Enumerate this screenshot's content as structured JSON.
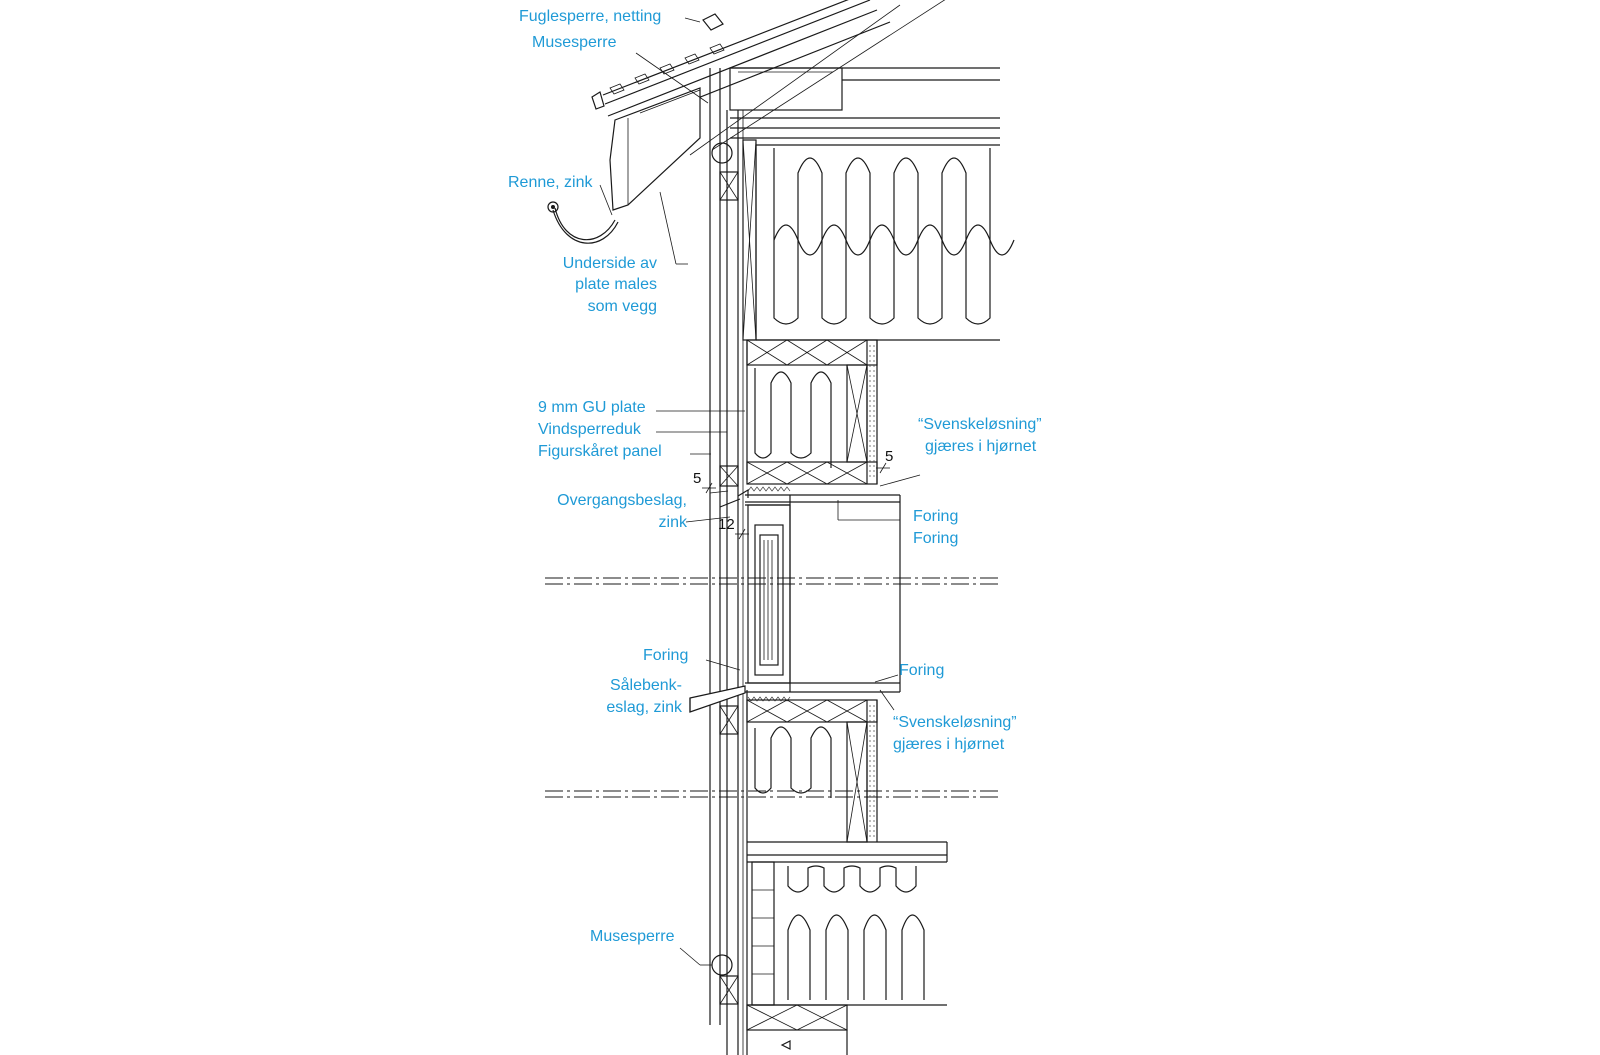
{
  "colors": {
    "label": "#1f9ad6",
    "line": "#1a1a1a",
    "background": "#ffffff"
  },
  "labels": {
    "fuglesperre": "Fuglesperre, netting",
    "musesperre_top": "Musesperre",
    "renne": "Renne, zink",
    "underside_1": "Underside av",
    "underside_2": "plate males",
    "underside_3": "som vegg",
    "gu_plate": "9 mm GU plate",
    "vindsperreduk": "Vindsperreduk",
    "figurskaaret": "Figurskåret panel",
    "overgang_1": "Overgangsbeslag,",
    "overgang_2": "zink",
    "svenske_top_1": "“Svenskeløsning”",
    "svenske_top_2": "gjæres i hjørnet",
    "foring_1": "Foring",
    "foring_2": "Foring",
    "foring_left": "Foring",
    "salebenk_1": "Sålebenk-",
    "salebenk_2": "eslag, zink",
    "foring_right": "Foring",
    "svenske_bot_1": "“Svenskeløsning”",
    "svenske_bot_2": "gjæres i hjørnet",
    "musesperre_bot": "Musesperre"
  },
  "dimensions": {
    "d5_left": "5",
    "d12": "12",
    "d5_right": "5"
  }
}
